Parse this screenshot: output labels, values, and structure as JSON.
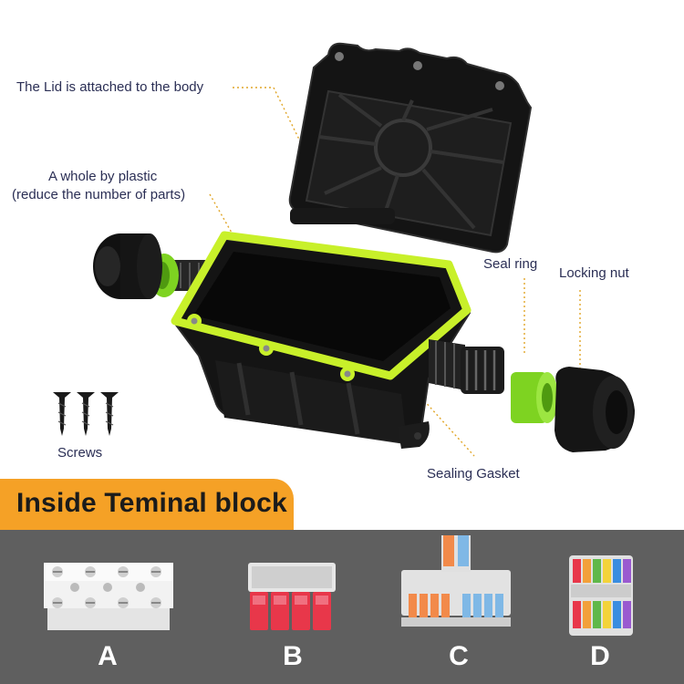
{
  "callouts": {
    "lid": "The Lid is attached to the body",
    "plastic_line1": "A whole by plastic",
    "plastic_line2": "(reduce the number of parts)",
    "seal_ring": "Seal ring",
    "locking_nut": "Locking nut",
    "screws": "Screws",
    "gasket": "Sealing Gasket"
  },
  "banner": {
    "title": "Inside Teminal block"
  },
  "blocks": [
    {
      "label": "A"
    },
    {
      "label": "B"
    },
    {
      "label": "C"
    },
    {
      "label": "D"
    }
  ],
  "colors": {
    "accent": "#f5a126",
    "gasket": "#c8f02a",
    "seal": "#7ed321",
    "panel": "#5f5f5f",
    "text": "#2b2f55"
  }
}
